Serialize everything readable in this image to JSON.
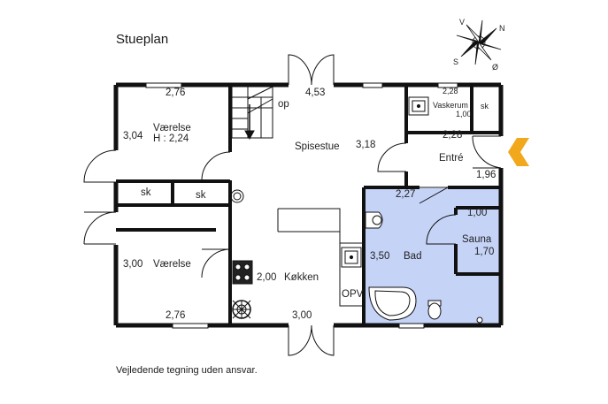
{
  "title": "Stueplan",
  "disclaimer": "Vejledende tegning uden ansvar.",
  "compass": {
    "n": "N",
    "v": "V",
    "s": "S",
    "o": "Ø"
  },
  "rooms": {
    "vaerelse_top": {
      "name": "Værelse",
      "height": "H : 2,24",
      "width": "2,76",
      "depth": "3,04"
    },
    "vaerelse_bottom": {
      "name": "Værelse",
      "width": "2,76",
      "depth": "3,00"
    },
    "spisestue": {
      "name": "Spisestue",
      "width": "4,53",
      "depth": "3,18"
    },
    "koekken": {
      "name": "Køkken",
      "width": "3,00",
      "depth": "2,00"
    },
    "vaskerum": {
      "name": "Vaskerum",
      "width": "2,28",
      "depth": "1,00"
    },
    "entre": {
      "name": "Entré",
      "width": "2,28",
      "depth": "1,96"
    },
    "bad": {
      "name": "Bad",
      "width": "2,27",
      "depth": "3,50"
    },
    "sauna": {
      "name": "Sauna",
      "width": "1,00",
      "depth": "1,70"
    }
  },
  "labels": {
    "op": "op",
    "sk": "sk",
    "opv": "OPV"
  },
  "colors": {
    "wall": "#111111",
    "bath": "#c5d3f7",
    "arrow": "#f2a81d"
  }
}
